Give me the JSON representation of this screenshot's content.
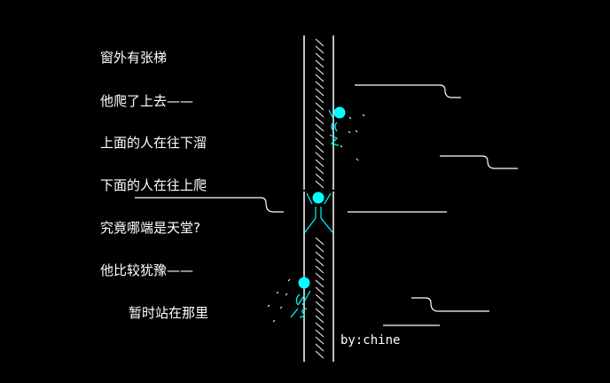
{
  "colors": {
    "background": "#000000",
    "text": "#ffffff",
    "figure": "#00ffff",
    "rail": "#ffffff"
  },
  "poem": {
    "lines": [
      "窗外有张梯",
      "他爬了上去——",
      "上面的人在往下溜",
      "下面的人在往上爬",
      "究竟哪端是天堂?",
      "他比较犹豫——",
      "暂时站在那里"
    ]
  },
  "signature": "by:chine",
  "figures": [
    {
      "name": "top-figure",
      "action": "sliding-down"
    },
    {
      "name": "middle-figure",
      "action": "standing"
    },
    {
      "name": "bottom-figure",
      "action": "climbing-up"
    }
  ],
  "icons": {
    "ladder": "ladder-icon",
    "wind": "wind-line-icon"
  }
}
